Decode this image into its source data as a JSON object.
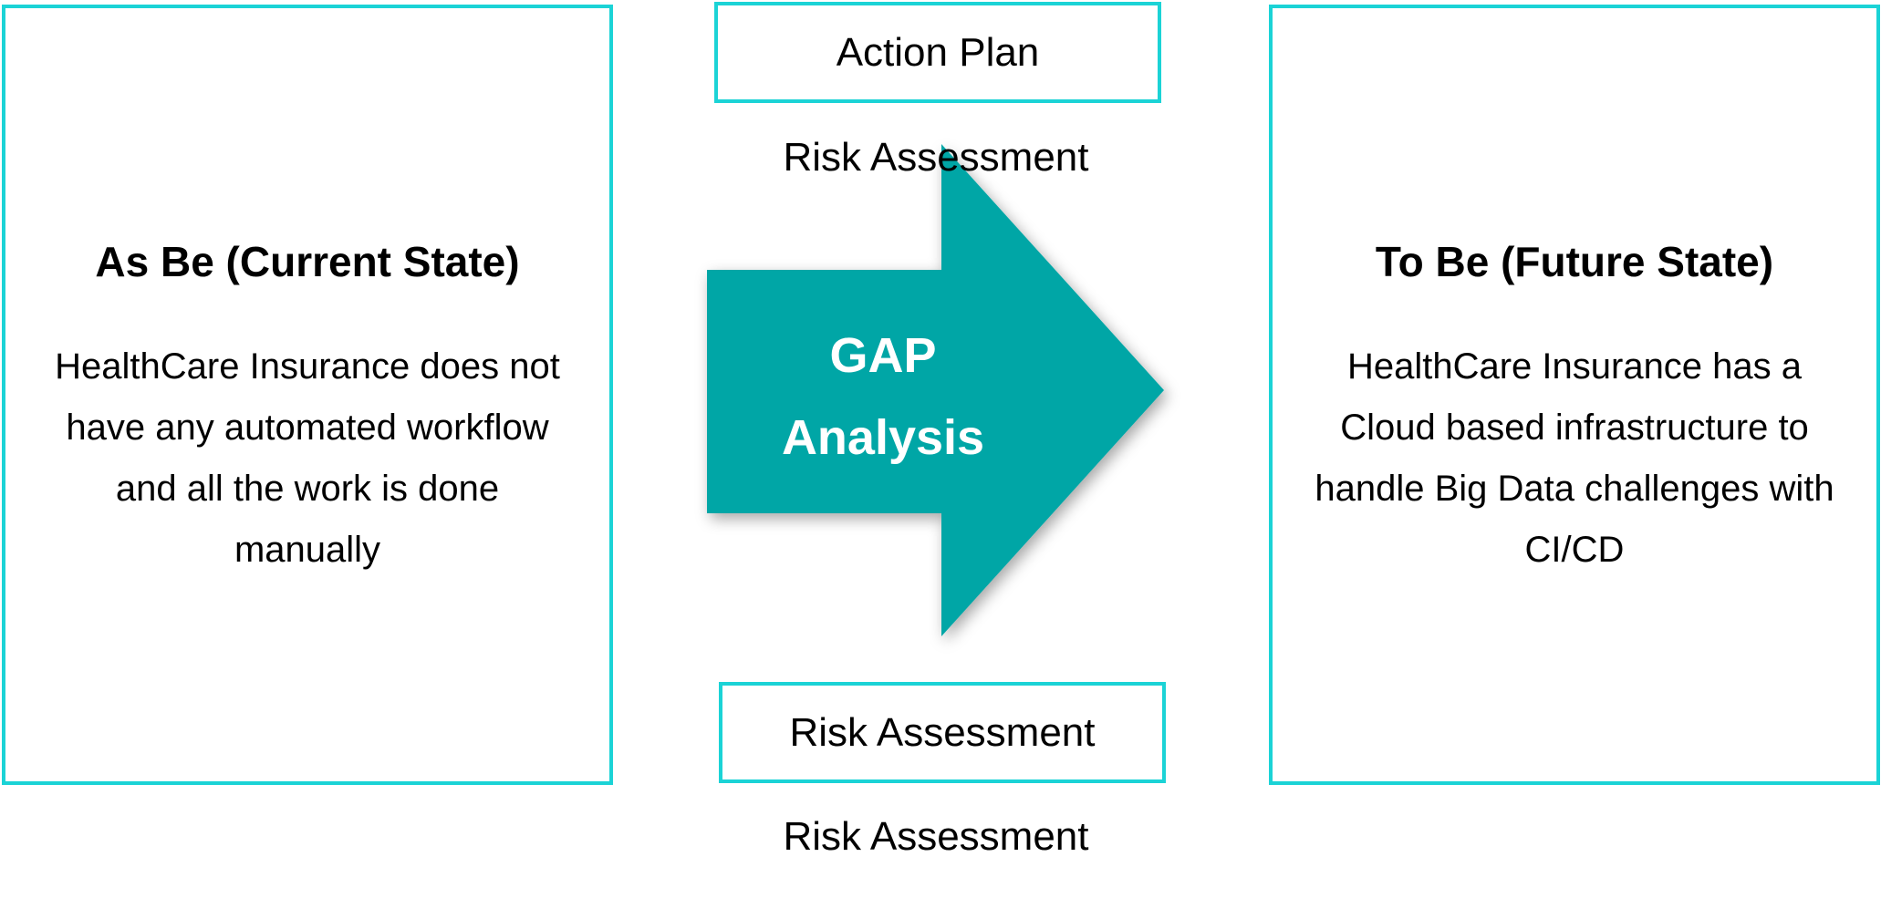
{
  "current_state": {
    "title": "As Be (Current State)",
    "description": "HealthCare Insurance does not have any automated workflow and all the work is done manually"
  },
  "future_state": {
    "title": "To Be (Future State)",
    "description": "HealthCare Insurance has a Cloud based infrastructure to handle Big Data challenges with CI/CD"
  },
  "action_plan": {
    "label": "Action Plan"
  },
  "risk_labels": {
    "top_label": "Risk Assessment",
    "box_label": "Risk Assessment",
    "bottom_label": "Risk Assessment"
  },
  "gap_arrow": {
    "line1": "GAP",
    "line2": "Analysis"
  },
  "colors": {
    "border": "#1bd3d6",
    "arrow_fill": "#00a6a6",
    "text": "#000000",
    "arrow_text": "#ffffff"
  }
}
